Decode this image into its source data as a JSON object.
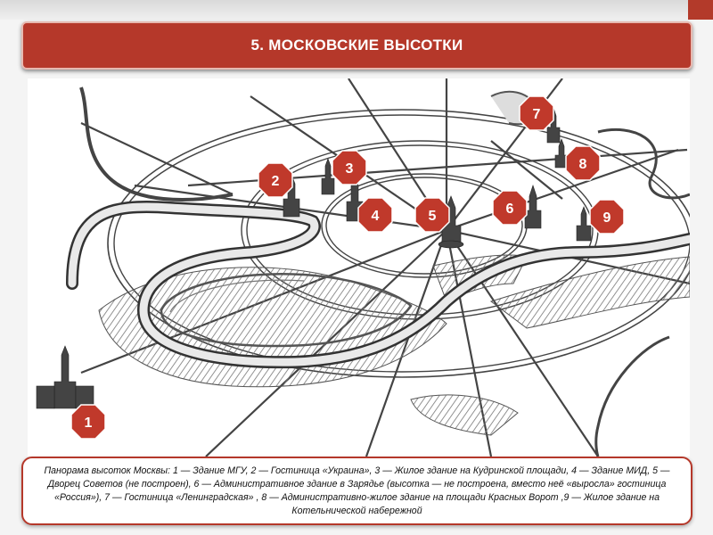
{
  "slide": {
    "title": "5. МОСКОВСКИЕ ВЫСОТКИ",
    "caption": "Панорама высоток Москвы: 1 — Здание МГУ, 2 — Гостиница «Украина», 3 — Жилое здание на Кудринской площади, 4 — Здание МИД, 5 — Дворец Советов (не построен), 6 — Административное здание в Зарядье (высотка — не построена, вместо неё «выросла» гостиница «Россия»), 7 — Гостиница «Ленинградская» , 8 — Административно-жилое здание на площади Красных Ворот ,9 — Жилое здание на Котельнической набережной"
  },
  "map": {
    "markers": [
      "1",
      "2",
      "3",
      "4",
      "5",
      "6",
      "7",
      "8",
      "9"
    ]
  },
  "colors": {
    "accent": "#b5382a",
    "marker_fill": "#c0392b"
  }
}
